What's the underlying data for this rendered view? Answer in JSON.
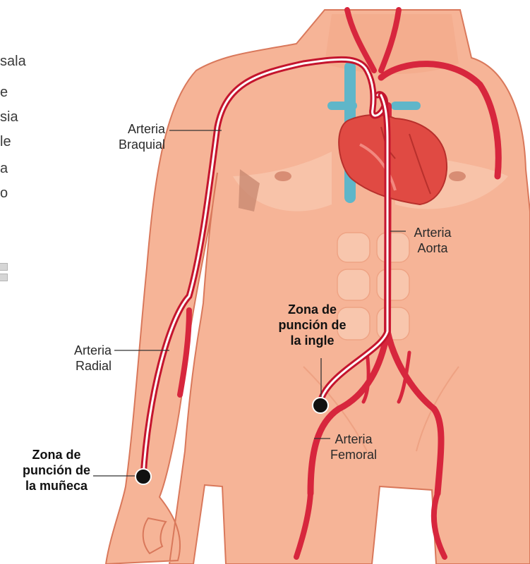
{
  "left_text_fragments": [
    "sala",
    "e",
    "sia",
    "le",
    "a",
    "o"
  ],
  "labels": {
    "arteria_braquial": [
      "Arteria",
      "Braquial"
    ],
    "arteria_aorta": [
      "Arteria",
      "Aorta"
    ],
    "arteria_radial": [
      "Arteria",
      "Radial"
    ],
    "arteria_femoral": [
      "Arteria",
      "Femoral"
    ],
    "zona_ingle": [
      "Zona de",
      "punción de",
      "la ingle"
    ],
    "zona_muneca": [
      "Zona de",
      "punción de",
      "la muñeca"
    ]
  },
  "colors": {
    "skin": "#f6b497",
    "skin_light": "#f9c9b0",
    "skin_shadow": "#eea283",
    "outline": "#d9785b",
    "artery": "#d7263d",
    "vein": "#5fb6c9",
    "heart": "#e04a43",
    "catheter": "#c4152e",
    "marker": "#111111"
  }
}
